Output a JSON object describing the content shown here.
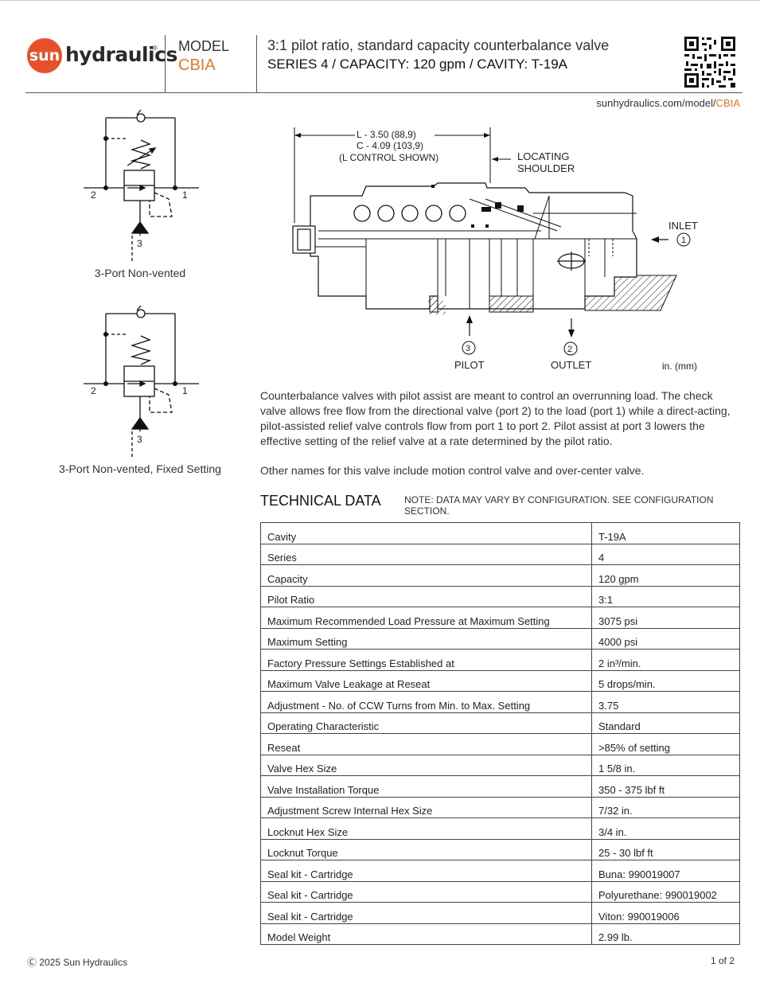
{
  "header": {
    "logo_mark": "sun",
    "logo_word": "hydraulics",
    "logo_reg": "®",
    "model_label": "MODEL",
    "model_code": "CBIA",
    "description": "3:1 pilot ratio, standard capacity counterbalance valve",
    "series_line": "SERIES 4 / CAPACITY: 120 gpm / CAVITY: T-19A",
    "url_prefix": "sunhydraulics.com/model/",
    "url_code": "CBIA",
    "qr_icon": "qr-code-icon"
  },
  "symbols": [
    {
      "caption": "3-Port Non-vented",
      "port_left": "2",
      "port_right": "1",
      "port_bottom": "3"
    },
    {
      "caption": "3-Port Non-vented, Fixed Setting",
      "port_left": "2",
      "port_right": "1",
      "port_bottom": "3"
    }
  ],
  "drawing": {
    "dim_line1": "L - 3.50 (88,9)",
    "dim_line2": "C - 4.09 (103,9)",
    "dim_line3": "(L CONTROL SHOWN)",
    "locating1": "LOCATING",
    "locating2": "SHOULDER",
    "inlet": "INLET",
    "inlet_num": "1",
    "pilot": "PILOT",
    "pilot_num": "3",
    "outlet": "OUTLET",
    "outlet_num": "2",
    "units": "in. (mm)"
  },
  "body": {
    "para1": "Counterbalance valves with pilot assist are meant to control an overrunning load. The check valve allows free flow from the directional valve (port 2) to the load (port 1) while a direct-acting, pilot-assisted relief valve controls flow from port 1 to port 2. Pilot assist at port 3 lowers the effective setting of the relief valve at a rate determined by the pilot ratio.",
    "para2": "Other names for this valve include motion control valve and over-center valve."
  },
  "technical": {
    "title": "TECHNICAL DATA",
    "note": "NOTE: DATA MAY VARY BY CONFIGURATION. SEE CONFIGURATION SECTION.",
    "rows": [
      {
        "key": "Cavity",
        "value": "T-19A"
      },
      {
        "key": "Series",
        "value": "4"
      },
      {
        "key": "Capacity",
        "value": "120 gpm"
      },
      {
        "key": "Pilot Ratio",
        "value": "3:1"
      },
      {
        "key": "Maximum Recommended Load Pressure at Maximum Setting",
        "value": "3075 psi"
      },
      {
        "key": "Maximum Setting",
        "value": "4000 psi"
      },
      {
        "key": "Factory Pressure Settings Established at",
        "value": "2 in³/min."
      },
      {
        "key": "Maximum Valve Leakage at Reseat",
        "value": "5 drops/min."
      },
      {
        "key": "Adjustment - No. of CCW Turns from Min. to Max. Setting",
        "value": "3.75"
      },
      {
        "key": "Operating Characteristic",
        "value": "Standard"
      },
      {
        "key": "Reseat",
        "value": ">85% of setting"
      },
      {
        "key": "Valve Hex Size",
        "value": "1 5/8 in."
      },
      {
        "key": "Valve Installation Torque",
        "value": "350 - 375 lbf ft"
      },
      {
        "key": "Adjustment Screw Internal Hex Size",
        "value": "7/32 in."
      },
      {
        "key": "Locknut Hex Size",
        "value": "3/4 in."
      },
      {
        "key": "Locknut Torque",
        "value": "25 - 30 lbf ft"
      },
      {
        "key": "Seal kit - Cartridge",
        "value": "Buna: 990019007"
      },
      {
        "key": "Seal kit - Cartridge",
        "value": "Polyurethane: 990019002"
      },
      {
        "key": "Seal kit - Cartridge",
        "value": "Viton: 990019006"
      },
      {
        "key": "Model Weight",
        "value": "2.99 lb."
      }
    ]
  },
  "footer": {
    "copyright": "Ⓒ 2025 Sun Hydraulics",
    "page": "1 of 2"
  },
  "colors": {
    "accent": "#f0781e",
    "logo": "#e8502a"
  }
}
